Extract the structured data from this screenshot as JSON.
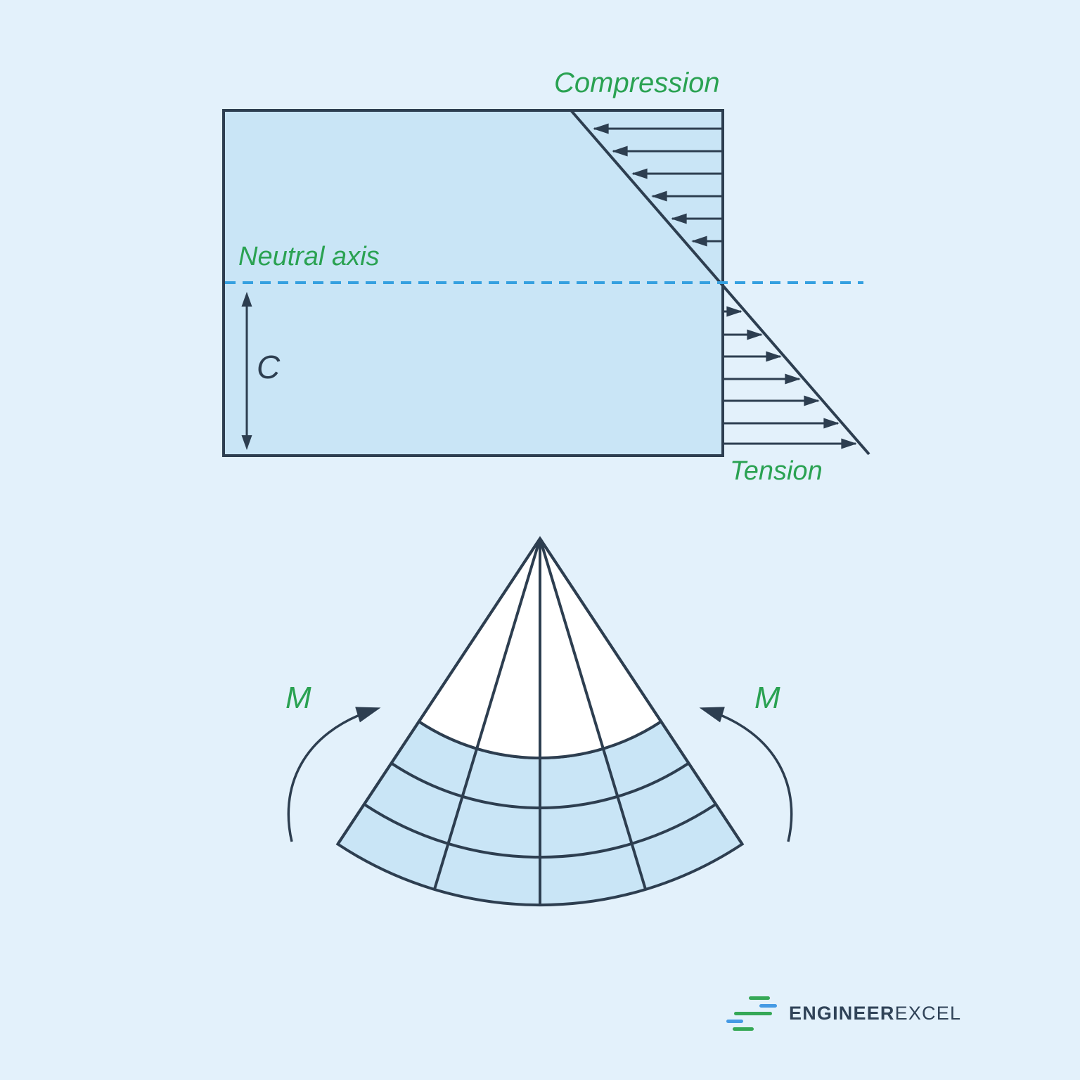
{
  "colors": {
    "bg": "#e3f1fb",
    "fill": "#c9e5f6",
    "navy": "#2d3e50",
    "green": "#2aa252",
    "dash": "#35a0e0",
    "logoGreen": "#35a856",
    "logoBlue": "#459ae4",
    "logoText": "#304358"
  },
  "beam_diagram": {
    "compression_label": "Compression",
    "neutral_axis_label": "Neutral axis",
    "c_label": "C",
    "tension_label": "Tension"
  },
  "moment_diagram": {
    "left_moment_label": "M",
    "right_moment_label": "M"
  },
  "logo": {
    "word_bold": "ENGINEER",
    "word_light": "EXCEL"
  }
}
